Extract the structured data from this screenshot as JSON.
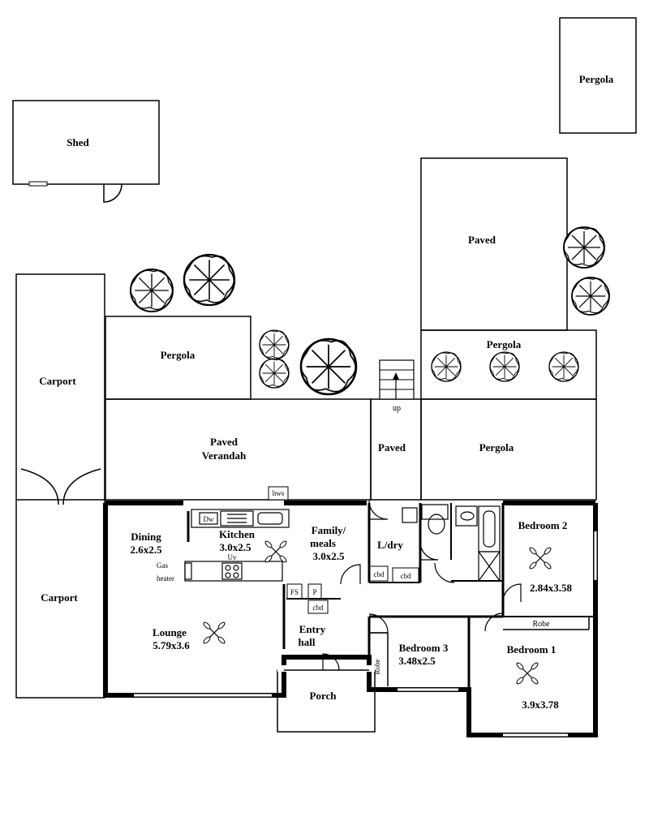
{
  "outbuildings": {
    "shed": "Shed",
    "pergola_top": "Pergola",
    "carport_upper": "Carport",
    "carport_lower": "Carport",
    "pergola_left": "Pergola",
    "paved_top": "Paved",
    "pergola_mid": "Pergola",
    "pergola_right": "Pergola",
    "paved_verandah_1": "Paved",
    "paved_verandah_2": "Verandah",
    "paved_mid": "Paved",
    "stair_up": "up",
    "hws": "hws"
  },
  "rooms": {
    "dining_name": "Dining",
    "dining_size": "2.6x2.5",
    "kitchen_name": "Kitchen",
    "kitchen_size": "3.0x2.5",
    "dw": "Dw",
    "uv": "Uv",
    "gas_heater_1": "Gas",
    "gas_heater_2": "heater",
    "family_name_1": "Family/",
    "family_name_2": "meals",
    "family_size": "3.0x2.5",
    "ldry": "L/dry",
    "cbd": "cbd",
    "fs": "FS",
    "p": "P",
    "lounge_name": "Lounge",
    "lounge_size": "5.79x3.6",
    "entry_1": "Entry",
    "entry_2": "hall",
    "porch": "Porch",
    "bed3_name": "Bedroom 3",
    "bed3_size": "3.48x2.5",
    "robe": "Robe",
    "bed2_name": "Bedroom 2",
    "bed2_size": "2.84x3.58",
    "bed1_name": "Bedroom 1",
    "bed1_size": "3.9x3.78"
  }
}
